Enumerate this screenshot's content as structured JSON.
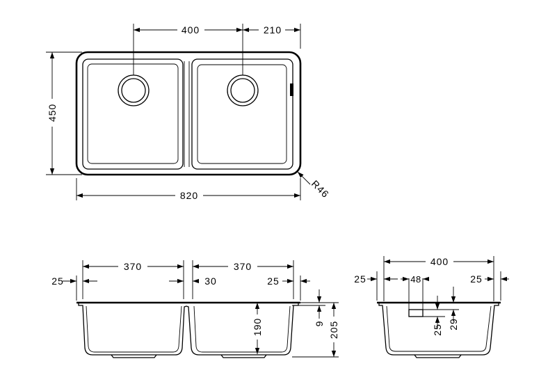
{
  "top_view": {
    "dim_bowl_spacing": "400",
    "dim_right_offset": "210",
    "dim_height": "450",
    "dim_width": "820",
    "dim_radius": "R46"
  },
  "front_view": {
    "dim_left_bowl": "370",
    "dim_right_bowl": "370",
    "dim_left_margin": "25",
    "dim_center_gap": "30",
    "dim_right_margin": "25",
    "dim_depth": "190",
    "dim_rim": "9",
    "dim_total_height": "205"
  },
  "side_view": {
    "dim_width": "400",
    "dim_left_margin": "25",
    "dim_overflow_width": "48",
    "dim_right_margin": "25",
    "dim_overflow_height": "25",
    "dim_overflow_offset": "29"
  }
}
